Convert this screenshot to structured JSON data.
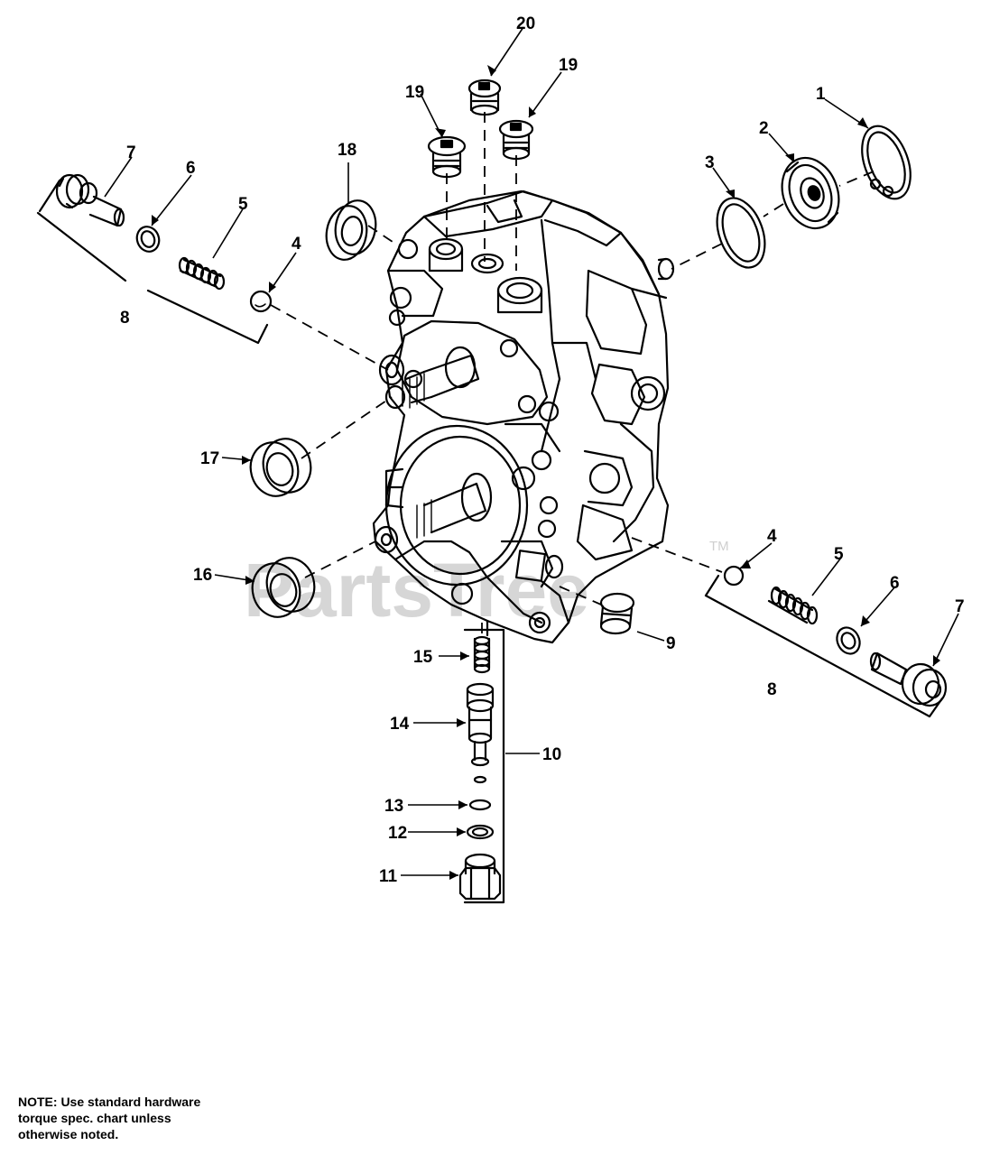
{
  "watermark": {
    "text": "PartsTree",
    "trademark": "TM"
  },
  "callouts": [
    {
      "id": "c20",
      "text": "20"
    },
    {
      "id": "c19a",
      "text": "19"
    },
    {
      "id": "c19b",
      "text": "19"
    },
    {
      "id": "c18",
      "text": "18"
    },
    {
      "id": "c1",
      "text": "1"
    },
    {
      "id": "c2",
      "text": "2"
    },
    {
      "id": "c3",
      "text": "3"
    },
    {
      "id": "c7a",
      "text": "7"
    },
    {
      "id": "c6a",
      "text": "6"
    },
    {
      "id": "c5a",
      "text": "5"
    },
    {
      "id": "c4a",
      "text": "4"
    },
    {
      "id": "c8a",
      "text": "8"
    },
    {
      "id": "c17",
      "text": "17"
    },
    {
      "id": "c16",
      "text": "16"
    },
    {
      "id": "c4b",
      "text": "4"
    },
    {
      "id": "c5b",
      "text": "5"
    },
    {
      "id": "c6b",
      "text": "6"
    },
    {
      "id": "c7b",
      "text": "7"
    },
    {
      "id": "c8b",
      "text": "8"
    },
    {
      "id": "c9",
      "text": "9"
    },
    {
      "id": "c15",
      "text": "15"
    },
    {
      "id": "c14",
      "text": "14"
    },
    {
      "id": "c10",
      "text": "10"
    },
    {
      "id": "c13",
      "text": "13"
    },
    {
      "id": "c12",
      "text": "12"
    },
    {
      "id": "c11",
      "text": "11"
    }
  ],
  "note": {
    "line1": "NOTE: Use standard hardware",
    "line2": "torque spec. chart unless",
    "line3": "otherwise noted."
  }
}
